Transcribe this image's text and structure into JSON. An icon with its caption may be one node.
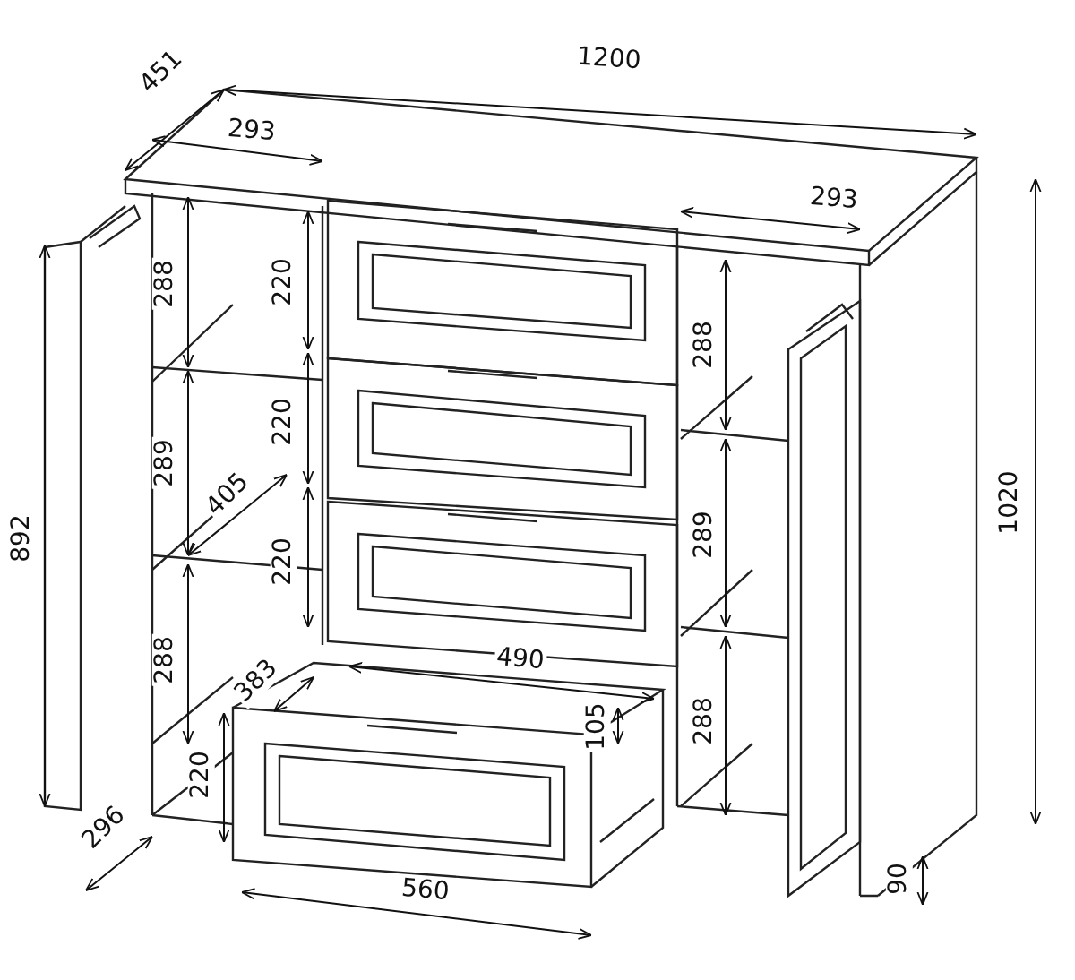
{
  "diagram": {
    "labels": [
      "1200",
      "451",
      "293",
      "293",
      "288",
      "220",
      "288",
      "220",
      "289",
      "1020",
      "892",
      "405",
      "289",
      "220",
      "288",
      "490",
      "383",
      "105",
      "288",
      "220",
      "296",
      "90",
      "560"
    ]
  }
}
